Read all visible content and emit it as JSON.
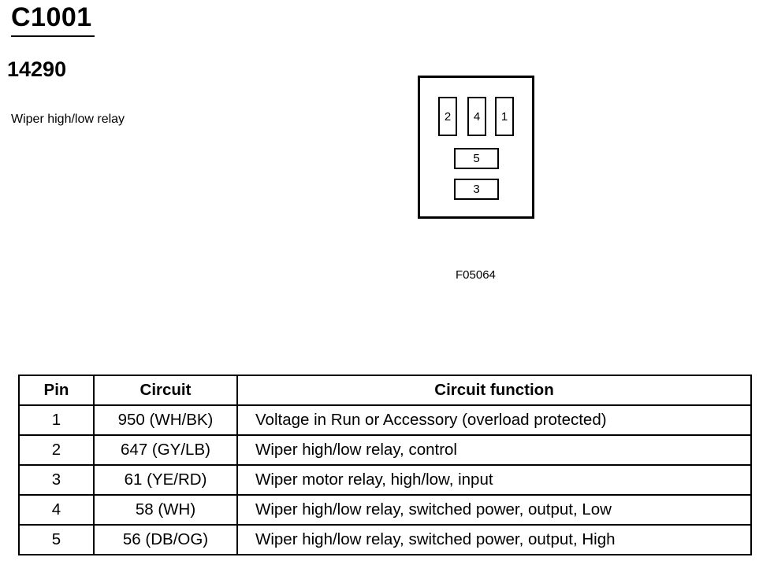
{
  "connector": {
    "id": "C1001",
    "part_number": "14290",
    "description": "Wiper high/low relay",
    "figure_id": "F05064",
    "pins": [
      {
        "label": "2"
      },
      {
        "label": "4"
      },
      {
        "label": "1"
      },
      {
        "label": "5"
      },
      {
        "label": "3"
      }
    ]
  },
  "table": {
    "headers": [
      "Pin",
      "Circuit",
      "Circuit function"
    ],
    "rows": [
      {
        "pin": "1",
        "circuit": "950 (WH/BK)",
        "function": "Voltage in Run or Accessory (overload protected)"
      },
      {
        "pin": "2",
        "circuit": "647 (GY/LB)",
        "function": "Wiper high/low relay, control"
      },
      {
        "pin": "3",
        "circuit": "61 (YE/RD)",
        "function": "Wiper motor relay, high/low, input"
      },
      {
        "pin": "4",
        "circuit": "58 (WH)",
        "function": "Wiper high/low relay, switched power, output, Low"
      },
      {
        "pin": "5",
        "circuit": "56 (DB/OG)",
        "function": "Wiper high/low relay, switched power, output, High"
      }
    ]
  }
}
